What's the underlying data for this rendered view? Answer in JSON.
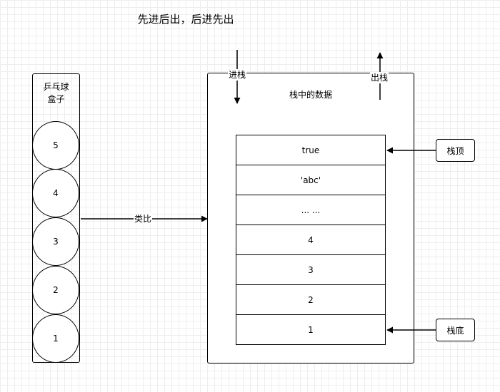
{
  "title": "先进后出，后进先出",
  "tube": {
    "label_line1": "乒乓球",
    "label_line2": "盒子",
    "balls": [
      "5",
      "4",
      "3",
      "2",
      "1"
    ]
  },
  "analogy_label": "类比",
  "stack": {
    "title": "栈中的数据",
    "push_label": "进栈",
    "pop_label": "出栈",
    "cells": [
      "true",
      "'abc'",
      "... ...",
      "4",
      "3",
      "2",
      "1"
    ]
  },
  "pointers": {
    "top": "栈顶",
    "bottom": "栈底"
  }
}
